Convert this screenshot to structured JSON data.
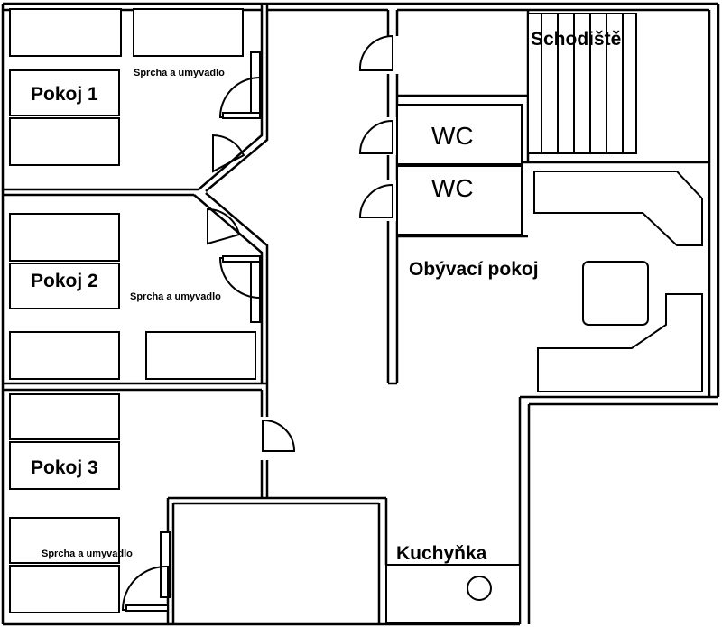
{
  "rooms": {
    "pokoj1": "Pokoj 1",
    "pokoj2": "Pokoj 2",
    "pokoj3": "Pokoj 3",
    "schodiste": "Schodiště",
    "wc_upper": "WC",
    "wc_lower": "WC",
    "obyvaci": "Obývací pokoj",
    "kuchynka": "Kuchyňka"
  },
  "fixtures": {
    "sprcha1": "Sprcha a umyvadlo",
    "sprcha2": "Sprcha a umyvadlo",
    "sprcha3": "Sprcha a umyvadlo"
  }
}
